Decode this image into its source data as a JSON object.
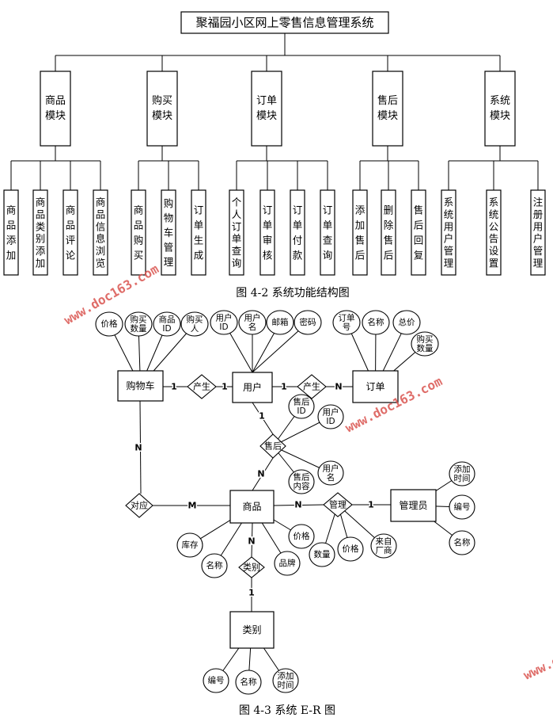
{
  "fig1": {
    "title": "聚福园小区网上零售信息管理系统",
    "caption": "图 4-2 系统功能结构图",
    "modules": [
      {
        "label": [
          "商品",
          "模块"
        ],
        "subs": [
          "商品添加",
          "商品类别添加",
          "商品评论",
          "商品信息浏览"
        ]
      },
      {
        "label": [
          "购买",
          "模块"
        ],
        "subs": [
          "商品购买",
          "购物车管理",
          "订单生成"
        ]
      },
      {
        "label": [
          "订单",
          "模块"
        ],
        "subs": [
          "个人订单查询",
          "订单审核",
          "订单付款",
          "订单查询"
        ]
      },
      {
        "label": [
          "售后",
          "模块"
        ],
        "subs": [
          "添加售后",
          "删除售后",
          "售后回复"
        ]
      },
      {
        "label": [
          "系统",
          "模块"
        ],
        "subs": [
          "系统用户管理",
          "系统公告设置",
          "注册用户管理"
        ]
      }
    ]
  },
  "fig2": {
    "caption": "图 4-3 系统 E-R 图",
    "entities": {
      "cart": "购物车",
      "user": "用户",
      "order": "订单",
      "product": "商品",
      "admin": "管理员",
      "category": "类别"
    },
    "relationships": {
      "produce1": "产生",
      "produce2": "产生",
      "aftersale": "售后",
      "correspond": "对应",
      "manage": "管理",
      "category_rel": "类别"
    },
    "attributes": {
      "cart": [
        [
          "价格"
        ],
        [
          "购买",
          "数量"
        ],
        [
          "商品",
          "ID"
        ],
        [
          "购买",
          "人"
        ]
      ],
      "user": [
        [
          "用户",
          "ID"
        ],
        [
          "用户",
          "名"
        ],
        [
          "邮箱"
        ],
        [
          "密码"
        ]
      ],
      "order": [
        [
          "订单",
          "号"
        ],
        [
          "名称"
        ],
        [
          "总价"
        ],
        [
          "购买",
          "数量"
        ]
      ],
      "aftersale": [
        [
          "售后",
          "ID"
        ],
        [
          "用户",
          "ID"
        ],
        [
          "售后",
          "内容"
        ],
        [
          "用户",
          "名"
        ]
      ],
      "admin": [
        [
          "添加",
          "时间"
        ],
        [
          "编号"
        ],
        [
          "名称"
        ]
      ],
      "manage": [
        [
          "数量"
        ],
        [
          "价格"
        ],
        [
          "来自",
          "厂商"
        ]
      ],
      "product": [
        [
          "库存"
        ],
        [
          "名称"
        ],
        [
          "品牌"
        ],
        [
          "价格"
        ]
      ],
      "category": [
        [
          "编号"
        ],
        [
          "名称"
        ],
        [
          "添加",
          "时间"
        ]
      ]
    },
    "cardinalities": {
      "cart_produce1": "1",
      "produce1_user": "1",
      "user_produce2": "1",
      "produce2_order": "N",
      "user_aftersale": "1",
      "aftersale_product": "N",
      "cart_correspond": "N",
      "correspond_product": "M",
      "product_manage": "N",
      "manage_admin": "1",
      "product_category": "N",
      "category_cat": "1"
    }
  },
  "watermark": "www.doc163.com"
}
